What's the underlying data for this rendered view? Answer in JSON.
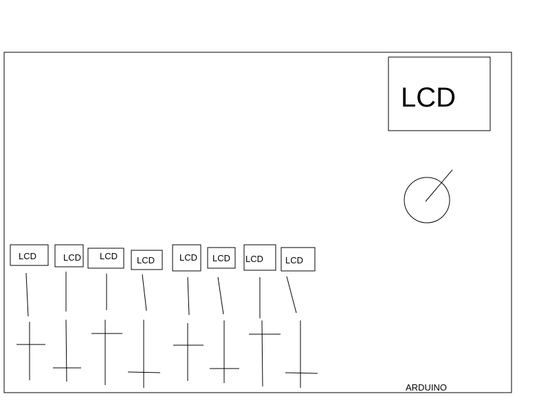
{
  "diagram": {
    "board": {
      "label": "ARDUINO"
    },
    "main_display": {
      "label": "LCD"
    },
    "knob": {
      "icon": "rotary-knob-icon"
    },
    "channels": [
      {
        "display_label": "LCD"
      },
      {
        "display_label": "LCD"
      },
      {
        "display_label": "LCD"
      },
      {
        "display_label": "LCD"
      },
      {
        "display_label": "LCD"
      },
      {
        "display_label": "LCD"
      },
      {
        "display_label": "LCD"
      },
      {
        "display_label": "LCD"
      }
    ],
    "stroke_color": "#000000",
    "background_color": "#ffffff"
  }
}
